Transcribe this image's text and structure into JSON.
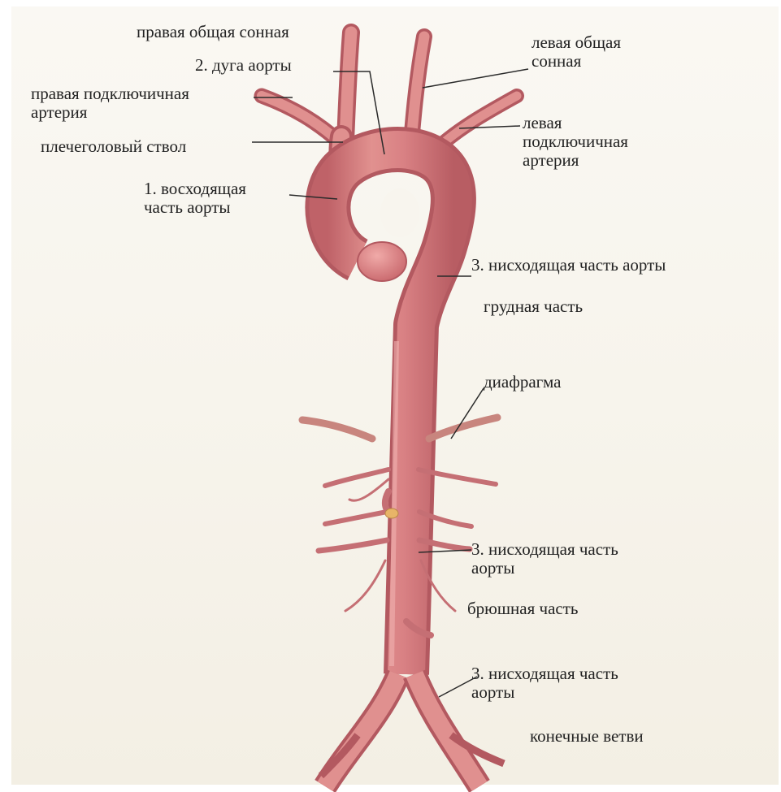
{
  "diagram": {
    "colors": {
      "vessel": "#d97f83",
      "vessel_dark": "#b35960",
      "vessel_light": "#eca3a4",
      "leader_line": "#2a2a2a",
      "text": "#222222",
      "background": "#f8f5ee"
    },
    "labels": {
      "right_common_carotid": "правая общая сонная",
      "aortic_arch": "2. дуга аорты",
      "left_common_carotid": "левая общая\nсонная",
      "right_subclavian": "правая подключичная\nартерия",
      "brachiocephalic_trunk": "плечеголовый ствол",
      "left_subclavian": "левая\nподключичная\nартерия",
      "ascending_aorta": "1. восходящая\nчасть аорты",
      "descending_aorta_1": "3. нисходящая часть аорты",
      "thoracic_part": "грудная часть",
      "diaphragm": "диафрагма",
      "descending_aorta_2": "3. нисходящая часть\nаорты",
      "abdominal_part": "брюшная часть",
      "descending_aorta_3": "3. нисходящая часть\nаорты",
      "terminal_branches": "конечные ветви"
    }
  }
}
